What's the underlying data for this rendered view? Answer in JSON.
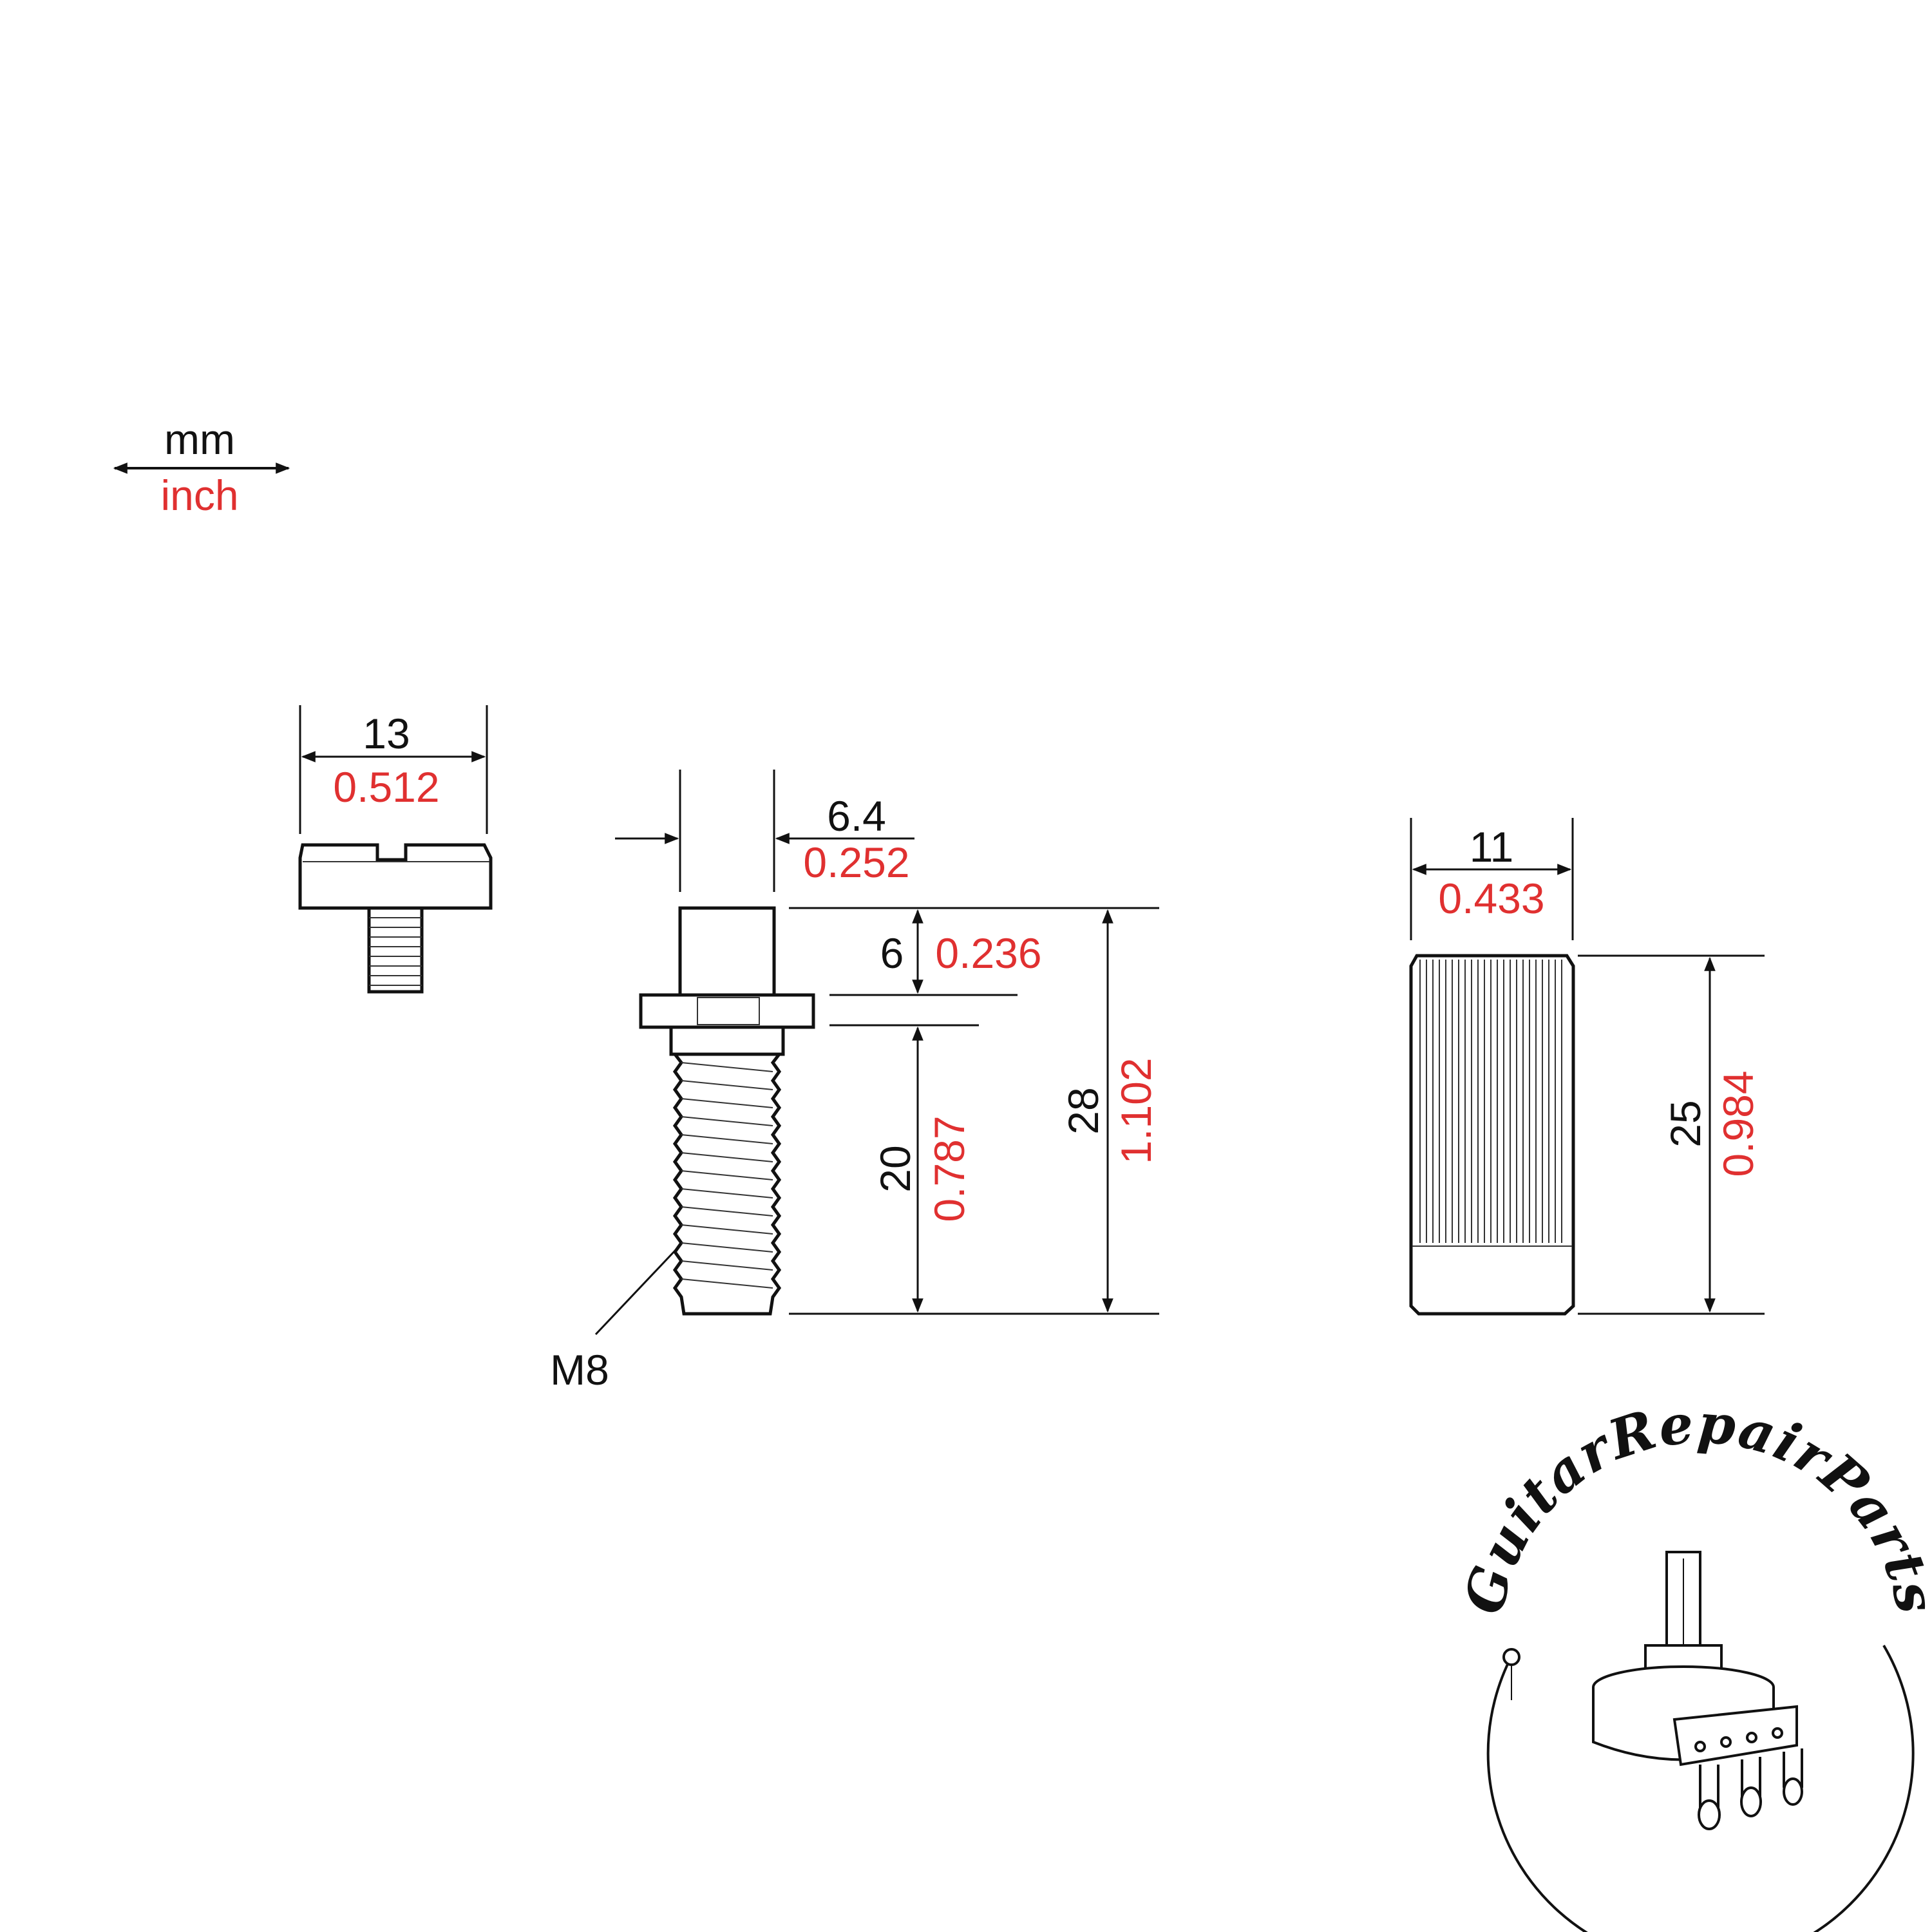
{
  "legend": {
    "mm": "mm",
    "inch": "inch"
  },
  "screw": {
    "width_mm": "13",
    "width_in": "0.512"
  },
  "post": {
    "shaft_mm": "6.4",
    "shaft_in": "0.252",
    "head_mm": "6",
    "head_in": "0.236",
    "thread_mm": "20",
    "thread_in": "0.787",
    "total_mm": "28",
    "total_in": "1.102",
    "thread_label": "M8"
  },
  "sleeve": {
    "width_mm": "11",
    "width_in": "0.433",
    "height_mm": "25",
    "height_in": "0.984"
  },
  "logo": {
    "text": "GuitarRepairParts"
  },
  "colors": {
    "metric": "#111111",
    "imperial": "#e03030"
  }
}
